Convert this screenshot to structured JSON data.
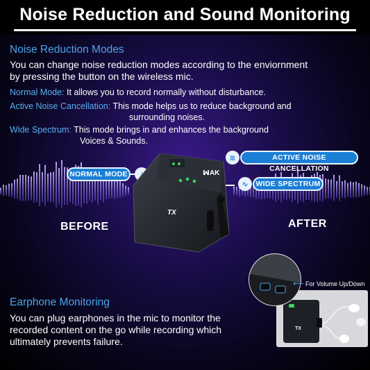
{
  "title": "Noise Reduction and Sound Monitoring",
  "noise": {
    "heading": "Noise Reduction Modes",
    "intro": [
      "You can change noise reduction modes according to the enviornment",
      "by pressing the button on the wireless mic."
    ],
    "modes": [
      {
        "name": "Normal Mode:",
        "desc": [
          "It allows you to record normally without disturbance."
        ]
      },
      {
        "name": "Active Noise Cancellation:",
        "desc": [
          "This mode helps us to reduce background and",
          "surrounding noises."
        ]
      },
      {
        "name": "Wide Spectrum:",
        "desc": [
          "This mode brings in and enhances the background",
          "Voices & Sounds."
        ]
      }
    ]
  },
  "callouts": {
    "normal": "NORMAL MODE",
    "anc": "ACTIVE NOISE CANCELLATION",
    "wide": "WIDE SPECTRUM"
  },
  "compare": {
    "before": "BEFORE",
    "after": "AFTER"
  },
  "device": {
    "brand": "ꟽAK",
    "model": "TX"
  },
  "earphone": {
    "heading": "Earphone Monitoring",
    "text": [
      "You can plug earphones in the mic to monitor the",
      "recorded content on the go while recording which",
      "ultimately prevents failure."
    ],
    "volume_label": "For Volume Up/Down",
    "photo_model": "TX"
  },
  "colors": {
    "accent": "#4aa6ea",
    "pill": "#1b7fd6",
    "title_bg": "#000000"
  },
  "icons": {
    "normal": "music-note-icon",
    "anc": "sound-wave-icon",
    "wide": "wide-wave-icon",
    "arrow": "arrow-left-icon"
  }
}
